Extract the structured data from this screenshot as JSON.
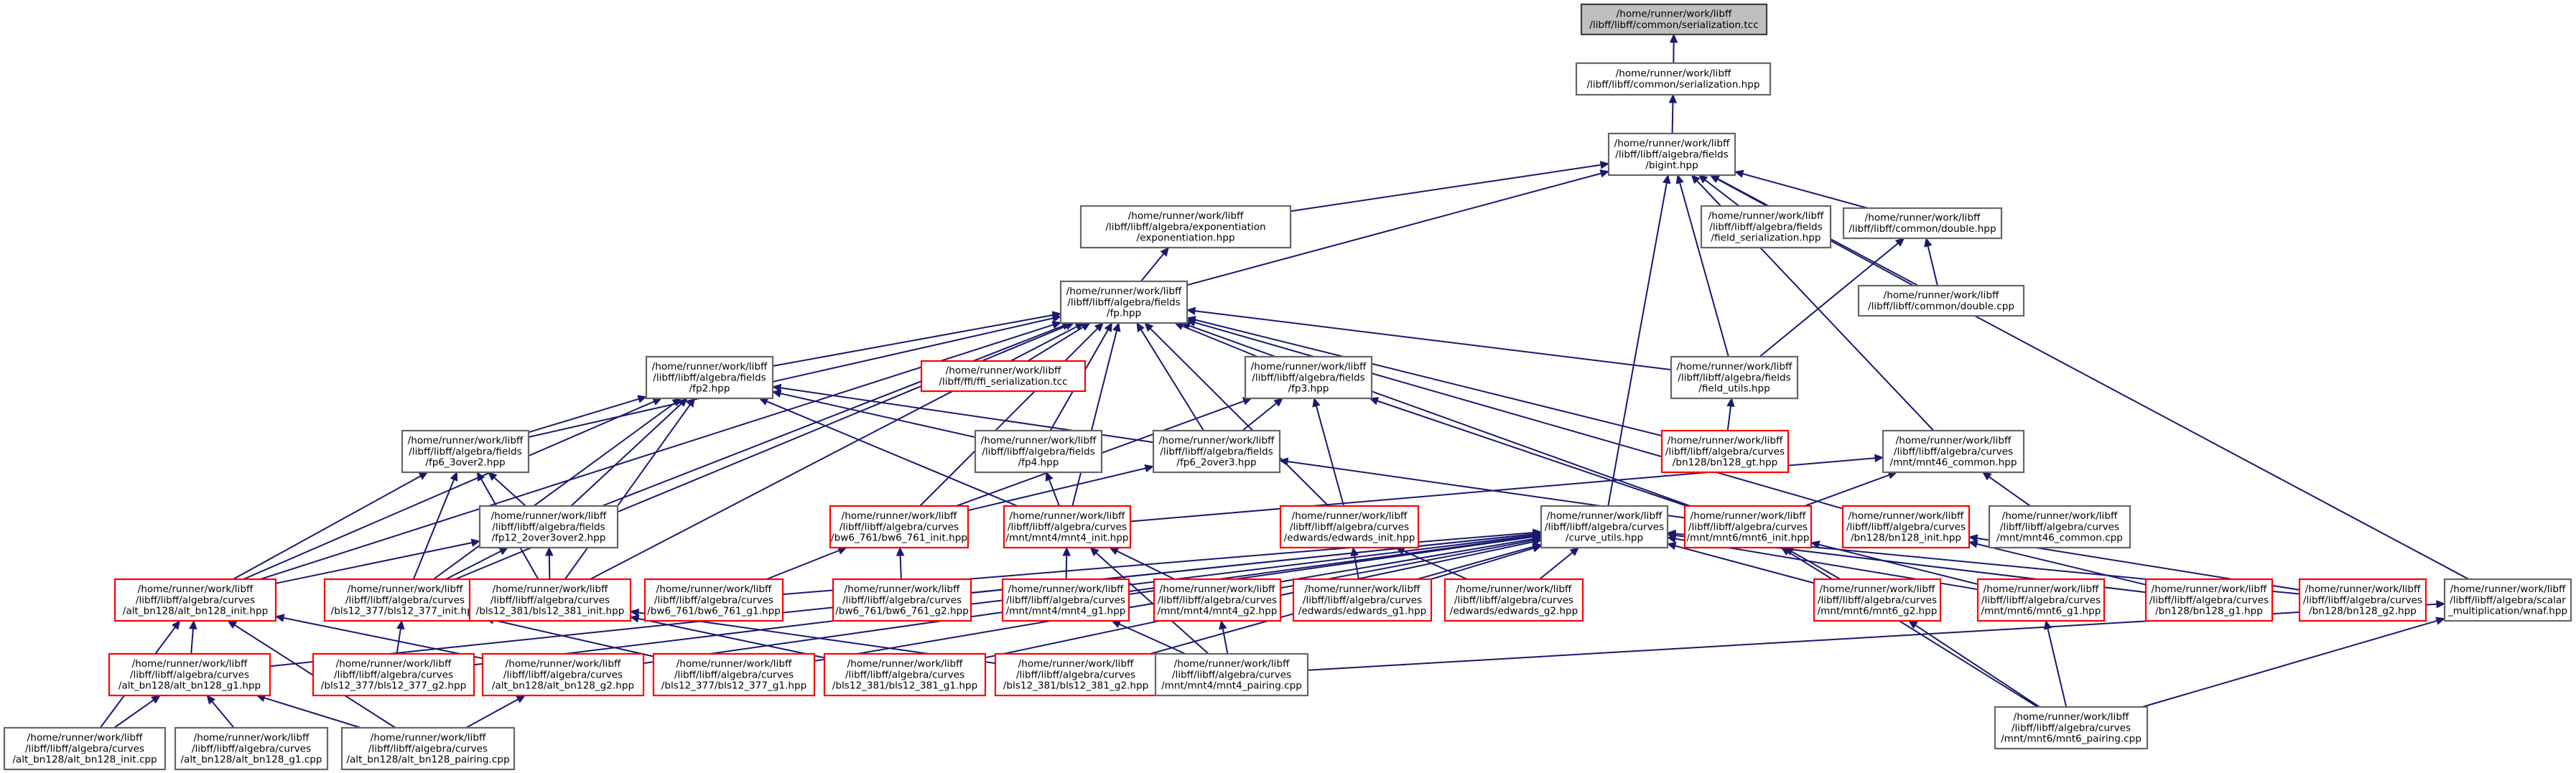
{
  "graph": {
    "nodes": [
      {
        "id": "serialization_tcc",
        "lines": [
          "/home/runner/work/libff",
          "/libff/libff/common/serialization.tcc"
        ],
        "style": "root"
      },
      {
        "id": "serialization_hpp",
        "lines": [
          "/home/runner/work/libff",
          "/libff/libff/common/serialization.hpp"
        ],
        "style": "normal"
      },
      {
        "id": "bigint_hpp",
        "lines": [
          "/home/runner/work/libff",
          "/libff/libff/algebra/fields",
          "/bigint.hpp"
        ],
        "style": "normal"
      },
      {
        "id": "exponentiation_hpp",
        "lines": [
          "/home/runner/work/libff",
          "/libff/libff/algebra/exponentiation",
          "/exponentiation.hpp"
        ],
        "style": "normal"
      },
      {
        "id": "field_serialization_hpp",
        "lines": [
          "/home/runner/work/libff",
          "/libff/libff/algebra/fields",
          "/field_serialization.hpp"
        ],
        "style": "normal"
      },
      {
        "id": "double_hpp",
        "lines": [
          "/home/runner/work/libff",
          "/libff/libff/common/double.hpp"
        ],
        "style": "normal"
      },
      {
        "id": "double_cpp",
        "lines": [
          "/home/runner/work/libff",
          "/libff/libff/common/double.cpp"
        ],
        "style": "normal"
      },
      {
        "id": "fp_hpp",
        "lines": [
          "/home/runner/work/libff",
          "/libff/libff/algebra/fields",
          "/fp.hpp"
        ],
        "style": "normal"
      },
      {
        "id": "fp2_hpp",
        "lines": [
          "/home/runner/work/libff",
          "/libff/libff/algebra/fields",
          "/fp2.hpp"
        ],
        "style": "normal"
      },
      {
        "id": "ffi_serialization_tcc",
        "lines": [
          "/home/runner/work/libff",
          "/libff/ffi/ffi_serialization.tcc"
        ],
        "style": "red"
      },
      {
        "id": "fp3_hpp",
        "lines": [
          "/home/runner/work/libff",
          "/libff/libff/algebra/fields",
          "/fp3.hpp"
        ],
        "style": "normal"
      },
      {
        "id": "field_utils_hpp",
        "lines": [
          "/home/runner/work/libff",
          "/libff/libff/algebra/fields",
          "/field_utils.hpp"
        ],
        "style": "normal"
      },
      {
        "id": "fp6_3over2_hpp",
        "lines": [
          "/home/runner/work/libff",
          "/libff/libff/algebra/fields",
          "/fp6_3over2.hpp"
        ],
        "style": "normal"
      },
      {
        "id": "fp4_hpp",
        "lines": [
          "/home/runner/work/libff",
          "/libff/libff/algebra/fields",
          "/fp4.hpp"
        ],
        "style": "normal"
      },
      {
        "id": "fp6_2over3_hpp",
        "lines": [
          "/home/runner/work/libff",
          "/libff/libff/algebra/fields",
          "/fp6_2over3.hpp"
        ],
        "style": "normal"
      },
      {
        "id": "bn128_gt_hpp",
        "lines": [
          "/home/runner/work/libff",
          "/libff/libff/algebra/curves",
          "/bn128/bn128_gt.hpp"
        ],
        "style": "red"
      },
      {
        "id": "mnt46_common_hpp",
        "lines": [
          "/home/runner/work/libff",
          "/libff/libff/algebra/curves",
          "/mnt/mnt46_common.hpp"
        ],
        "style": "normal"
      },
      {
        "id": "fp12_2over3over2_hpp",
        "lines": [
          "/home/runner/work/libff",
          "/libff/libff/algebra/fields",
          "/fp12_2over3over2.hpp"
        ],
        "style": "normal"
      },
      {
        "id": "bw6_761_init_hpp",
        "lines": [
          "/home/runner/work/libff",
          "/libff/libff/algebra/curves",
          "/bw6_761/bw6_761_init.hpp"
        ],
        "style": "red"
      },
      {
        "id": "mnt4_init_hpp",
        "lines": [
          "/home/runner/work/libff",
          "/libff/libff/algebra/curves",
          "/mnt/mnt4/mnt4_init.hpp"
        ],
        "style": "red"
      },
      {
        "id": "edwards_init_hpp",
        "lines": [
          "/home/runner/work/libff",
          "/libff/libff/algebra/curves",
          "/edwards/edwards_init.hpp"
        ],
        "style": "red"
      },
      {
        "id": "curve_utils_hpp",
        "lines": [
          "/home/runner/work/libff",
          "/libff/libff/algebra/curves",
          "/curve_utils.hpp"
        ],
        "style": "normal"
      },
      {
        "id": "mnt6_init_hpp",
        "lines": [
          "/home/runner/work/libff",
          "/libff/libff/algebra/curves",
          "/mnt/mnt6/mnt6_init.hpp"
        ],
        "style": "red"
      },
      {
        "id": "bn128_init_hpp",
        "lines": [
          "/home/runner/work/libff",
          "/libff/libff/algebra/curves",
          "/bn128/bn128_init.hpp"
        ],
        "style": "red"
      },
      {
        "id": "mnt46_common_cpp",
        "lines": [
          "/home/runner/work/libff",
          "/libff/libff/algebra/curves",
          "/mnt/mnt46_common.cpp"
        ],
        "style": "normal"
      },
      {
        "id": "alt_bn128_init_hpp",
        "lines": [
          "/home/runner/work/libff",
          "/libff/libff/algebra/curves",
          "/alt_bn128/alt_bn128_init.hpp"
        ],
        "style": "red"
      },
      {
        "id": "bls12_377_init_hpp",
        "lines": [
          "/home/runner/work/libff",
          "/libff/libff/algebra/curves",
          "/bls12_377/bls12_377_init.hpp"
        ],
        "style": "red"
      },
      {
        "id": "bls12_381_init_hpp",
        "lines": [
          "/home/runner/work/libff",
          "/libff/libff/algebra/curves",
          "/bls12_381/bls12_381_init.hpp"
        ],
        "style": "red"
      },
      {
        "id": "bw6_761_g1_hpp",
        "lines": [
          "/home/runner/work/libff",
          "/libff/libff/algebra/curves",
          "/bw6_761/bw6_761_g1.hpp"
        ],
        "style": "red"
      },
      {
        "id": "bw6_761_g2_hpp",
        "lines": [
          "/home/runner/work/libff",
          "/libff/libff/algebra/curves",
          "/bw6_761/bw6_761_g2.hpp"
        ],
        "style": "red"
      },
      {
        "id": "mnt4_g1_hpp",
        "lines": [
          "/home/runner/work/libff",
          "/libff/libff/algebra/curves",
          "/mnt/mnt4/mnt4_g1.hpp"
        ],
        "style": "red"
      },
      {
        "id": "mnt4_g2_hpp",
        "lines": [
          "/home/runner/work/libff",
          "/libff/libff/algebra/curves",
          "/mnt/mnt4/mnt4_g2.hpp"
        ],
        "style": "red"
      },
      {
        "id": "edwards_g1_hpp",
        "lines": [
          "/home/runner/work/libff",
          "/libff/libff/algebra/curves",
          "/edwards/edwards_g1.hpp"
        ],
        "style": "red"
      },
      {
        "id": "edwards_g2_hpp",
        "lines": [
          "/home/runner/work/libff",
          "/libff/libff/algebra/curves",
          "/edwards/edwards_g2.hpp"
        ],
        "style": "red"
      },
      {
        "id": "mnt6_g2_hpp",
        "lines": [
          "/home/runner/work/libff",
          "/libff/libff/algebra/curves",
          "/mnt/mnt6/mnt6_g2.hpp"
        ],
        "style": "red"
      },
      {
        "id": "mnt6_g1_hpp",
        "lines": [
          "/home/runner/work/libff",
          "/libff/libff/algebra/curves",
          "/mnt/mnt6/mnt6_g1.hpp"
        ],
        "style": "red"
      },
      {
        "id": "bn128_g1_hpp",
        "lines": [
          "/home/runner/work/libff",
          "/libff/libff/algebra/curves",
          "/bn128/bn128_g1.hpp"
        ],
        "style": "red"
      },
      {
        "id": "bn128_g2_hpp",
        "lines": [
          "/home/runner/work/libff",
          "/libff/libff/algebra/curves",
          "/bn128/bn128_g2.hpp"
        ],
        "style": "red"
      },
      {
        "id": "wnaf_hpp",
        "lines": [
          "/home/runner/work/libff",
          "/libff/libff/algebra/scalar",
          "_multiplication/wnaf.hpp"
        ],
        "style": "normal"
      },
      {
        "id": "alt_bn128_g1_hpp",
        "lines": [
          "/home/runner/work/libff",
          "/libff/libff/algebra/curves",
          "/alt_bn128/alt_bn128_g1.hpp"
        ],
        "style": "red"
      },
      {
        "id": "bls12_377_g2_hpp",
        "lines": [
          "/home/runner/work/libff",
          "/libff/libff/algebra/curves",
          "/bls12_377/bls12_377_g2.hpp"
        ],
        "style": "red"
      },
      {
        "id": "alt_bn128_g2_hpp",
        "lines": [
          "/home/runner/work/libff",
          "/libff/libff/algebra/curves",
          "/alt_bn128/alt_bn128_g2.hpp"
        ],
        "style": "red"
      },
      {
        "id": "bls12_377_g1_hpp",
        "lines": [
          "/home/runner/work/libff",
          "/libff/libff/algebra/curves",
          "/bls12_377/bls12_377_g1.hpp"
        ],
        "style": "red"
      },
      {
        "id": "bls12_381_g1_hpp",
        "lines": [
          "/home/runner/work/libff",
          "/libff/libff/algebra/curves",
          "/bls12_381/bls12_381_g1.hpp"
        ],
        "style": "red"
      },
      {
        "id": "bls12_381_g2_hpp",
        "lines": [
          "/home/runner/work/libff",
          "/libff/libff/algebra/curves",
          "/bls12_381/bls12_381_g2.hpp"
        ],
        "style": "red"
      },
      {
        "id": "mnt4_pairing_cpp",
        "lines": [
          "/home/runner/work/libff",
          "/libff/libff/algebra/curves",
          "/mnt/mnt4/mnt4_pairing.cpp"
        ],
        "style": "normal"
      },
      {
        "id": "mnt6_pairing_cpp",
        "lines": [
          "/home/runner/work/libff",
          "/libff/libff/algebra/curves",
          "/mnt/mnt6/mnt6_pairing.cpp"
        ],
        "style": "normal"
      },
      {
        "id": "alt_bn128_init_cpp",
        "lines": [
          "/home/runner/work/libff",
          "/libff/libff/algebra/curves",
          "/alt_bn128/alt_bn128_init.cpp"
        ],
        "style": "normal"
      },
      {
        "id": "alt_bn128_g1_cpp",
        "lines": [
          "/home/runner/work/libff",
          "/libff/libff/algebra/curves",
          "/alt_bn128/alt_bn128_g1.cpp"
        ],
        "style": "normal"
      },
      {
        "id": "alt_bn128_pairing_cpp",
        "lines": [
          "/home/runner/work/libff",
          "/libff/libff/algebra/curves",
          "/alt_bn128/alt_bn128_pairing.cpp"
        ],
        "style": "normal"
      }
    ],
    "edges": [
      [
        "serialization_hpp",
        "serialization_tcc"
      ],
      [
        "bigint_hpp",
        "serialization_hpp"
      ],
      [
        "exponentiation_hpp",
        "bigint_hpp"
      ],
      [
        "fp_hpp",
        "bigint_hpp"
      ],
      [
        "field_serialization_hpp",
        "bigint_hpp"
      ],
      [
        "double_hpp",
        "bigint_hpp"
      ],
      [
        "double_cpp",
        "bigint_hpp"
      ],
      [
        "field_utils_hpp",
        "bigint_hpp"
      ],
      [
        "curve_utils_hpp",
        "bigint_hpp"
      ],
      [
        "mnt46_common_hpp",
        "bigint_hpp"
      ],
      [
        "wnaf_hpp",
        "bigint_hpp"
      ],
      [
        "double_cpp",
        "double_hpp"
      ],
      [
        "field_utils_hpp",
        "double_hpp"
      ],
      [
        "fp_hpp",
        "exponentiation_hpp"
      ],
      [
        "fp2_hpp",
        "fp_hpp"
      ],
      [
        "ffi_serialization_tcc",
        "fp_hpp"
      ],
      [
        "fp3_hpp",
        "fp_hpp"
      ],
      [
        "field_utils_hpp",
        "fp_hpp"
      ],
      [
        "fp6_3over2_hpp",
        "fp_hpp"
      ],
      [
        "fp4_hpp",
        "fp_hpp"
      ],
      [
        "fp6_2over3_hpp",
        "fp_hpp"
      ],
      [
        "bn128_gt_hpp",
        "fp_hpp"
      ],
      [
        "fp12_2over3over2_hpp",
        "fp_hpp"
      ],
      [
        "bw6_761_init_hpp",
        "fp_hpp"
      ],
      [
        "mnt4_init_hpp",
        "fp_hpp"
      ],
      [
        "edwards_init_hpp",
        "fp_hpp"
      ],
      [
        "mnt6_init_hpp",
        "fp_hpp"
      ],
      [
        "bn128_init_hpp",
        "fp_hpp"
      ],
      [
        "alt_bn128_init_hpp",
        "fp_hpp"
      ],
      [
        "bls12_377_init_hpp",
        "fp_hpp"
      ],
      [
        "bls12_381_init_hpp",
        "fp_hpp"
      ],
      [
        "fp6_3over2_hpp",
        "fp2_hpp"
      ],
      [
        "fp12_2over3over2_hpp",
        "fp2_hpp"
      ],
      [
        "fp4_hpp",
        "fp2_hpp"
      ],
      [
        "fp6_2over3_hpp",
        "fp2_hpp"
      ],
      [
        "mnt4_init_hpp",
        "fp2_hpp"
      ],
      [
        "alt_bn128_init_hpp",
        "fp2_hpp"
      ],
      [
        "bls12_377_init_hpp",
        "fp2_hpp"
      ],
      [
        "bls12_381_init_hpp",
        "fp2_hpp"
      ],
      [
        "fp6_2over3_hpp",
        "fp3_hpp"
      ],
      [
        "mnt6_init_hpp",
        "fp3_hpp"
      ],
      [
        "edwards_init_hpp",
        "fp3_hpp"
      ],
      [
        "bw6_761_init_hpp",
        "fp3_hpp"
      ],
      [
        "bn128_gt_hpp",
        "field_utils_hpp"
      ],
      [
        "fp12_2over3over2_hpp",
        "fp6_3over2_hpp"
      ],
      [
        "alt_bn128_init_hpp",
        "fp6_3over2_hpp"
      ],
      [
        "bls12_377_init_hpp",
        "fp6_3over2_hpp"
      ],
      [
        "bls12_381_init_hpp",
        "fp6_3over2_hpp"
      ],
      [
        "mnt4_init_hpp",
        "fp4_hpp"
      ],
      [
        "bw6_761_init_hpp",
        "fp6_2over3_hpp"
      ],
      [
        "mnt6_init_hpp",
        "fp6_2over3_hpp"
      ],
      [
        "alt_bn128_init_hpp",
        "fp12_2over3over2_hpp"
      ],
      [
        "bls12_377_init_hpp",
        "fp12_2over3over2_hpp"
      ],
      [
        "bls12_381_init_hpp",
        "fp12_2over3over2_hpp"
      ],
      [
        "mnt4_init_hpp",
        "mnt46_common_hpp"
      ],
      [
        "mnt6_init_hpp",
        "mnt46_common_hpp"
      ],
      [
        "mnt46_common_cpp",
        "mnt46_common_hpp"
      ],
      [
        "bw6_761_g1_hpp",
        "bw6_761_init_hpp"
      ],
      [
        "bw6_761_g2_hpp",
        "bw6_761_init_hpp"
      ],
      [
        "mnt4_g1_hpp",
        "mnt4_init_hpp"
      ],
      [
        "mnt4_g2_hpp",
        "mnt4_init_hpp"
      ],
      [
        "mnt4_pairing_cpp",
        "mnt4_init_hpp"
      ],
      [
        "edwards_g1_hpp",
        "edwards_init_hpp"
      ],
      [
        "edwards_g2_hpp",
        "edwards_init_hpp"
      ],
      [
        "mnt6_g1_hpp",
        "mnt6_init_hpp"
      ],
      [
        "mnt6_g2_hpp",
        "mnt6_init_hpp"
      ],
      [
        "mnt6_pairing_cpp",
        "mnt6_init_hpp"
      ],
      [
        "bn128_g1_hpp",
        "bn128_init_hpp"
      ],
      [
        "bn128_g2_hpp",
        "bn128_init_hpp"
      ],
      [
        "alt_bn128_g1_hpp",
        "curve_utils_hpp"
      ],
      [
        "alt_bn128_g2_hpp",
        "curve_utils_hpp"
      ],
      [
        "bls12_377_g1_hpp",
        "curve_utils_hpp"
      ],
      [
        "bls12_377_g2_hpp",
        "curve_utils_hpp"
      ],
      [
        "bls12_381_g1_hpp",
        "curve_utils_hpp"
      ],
      [
        "bls12_381_g2_hpp",
        "curve_utils_hpp"
      ],
      [
        "bw6_761_g1_hpp",
        "curve_utils_hpp"
      ],
      [
        "bw6_761_g2_hpp",
        "curve_utils_hpp"
      ],
      [
        "mnt4_g1_hpp",
        "curve_utils_hpp"
      ],
      [
        "mnt4_g2_hpp",
        "curve_utils_hpp"
      ],
      [
        "edwards_g1_hpp",
        "curve_utils_hpp"
      ],
      [
        "edwards_g2_hpp",
        "curve_utils_hpp"
      ],
      [
        "mnt6_g1_hpp",
        "curve_utils_hpp"
      ],
      [
        "mnt6_g2_hpp",
        "curve_utils_hpp"
      ],
      [
        "bn128_g1_hpp",
        "curve_utils_hpp"
      ],
      [
        "bn128_g2_hpp",
        "curve_utils_hpp"
      ],
      [
        "alt_bn128_g1_hpp",
        "alt_bn128_init_hpp"
      ],
      [
        "alt_bn128_g2_hpp",
        "alt_bn128_init_hpp"
      ],
      [
        "alt_bn128_init_cpp",
        "alt_bn128_init_hpp"
      ],
      [
        "alt_bn128_pairing_cpp",
        "alt_bn128_init_hpp"
      ],
      [
        "bls12_377_g1_hpp",
        "bls12_377_init_hpp"
      ],
      [
        "bls12_377_g2_hpp",
        "bls12_377_init_hpp"
      ],
      [
        "bls12_381_g1_hpp",
        "bls12_381_init_hpp"
      ],
      [
        "bls12_381_g2_hpp",
        "bls12_381_init_hpp"
      ],
      [
        "alt_bn128_init_cpp",
        "alt_bn128_g1_hpp"
      ],
      [
        "alt_bn128_g1_cpp",
        "alt_bn128_g1_hpp"
      ],
      [
        "alt_bn128_pairing_cpp",
        "alt_bn128_g1_hpp"
      ],
      [
        "alt_bn128_pairing_cpp",
        "alt_bn128_g2_hpp"
      ],
      [
        "mnt4_pairing_cpp",
        "mnt4_g1_hpp"
      ],
      [
        "mnt4_pairing_cpp",
        "mnt4_g2_hpp"
      ],
      [
        "mnt6_pairing_cpp",
        "mnt6_g2_hpp"
      ],
      [
        "mnt6_pairing_cpp",
        "mnt6_g1_hpp"
      ],
      [
        "mnt4_pairing_cpp",
        "wnaf_hpp"
      ],
      [
        "mnt6_pairing_cpp",
        "wnaf_hpp"
      ]
    ]
  }
}
